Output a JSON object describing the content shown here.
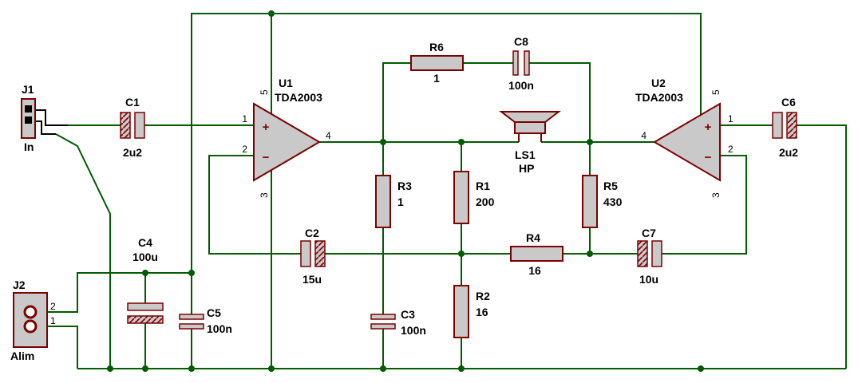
{
  "palette": {
    "wire": "#005c00",
    "outline": "#7d0000",
    "fill": "#c9c9c9",
    "text": "#000000",
    "background": "#ffffff"
  },
  "components": {
    "j1": {
      "type": "connector",
      "ref": "J1",
      "value": "In"
    },
    "j2": {
      "type": "connector",
      "ref": "J2",
      "value": "Alim",
      "pin1": "1",
      "pin2": "2"
    },
    "c1": {
      "type": "capacitor-polarized",
      "ref": "C1",
      "value": "2u2"
    },
    "c2": {
      "type": "capacitor-polarized",
      "ref": "C2",
      "value": "15u"
    },
    "c3": {
      "type": "capacitor",
      "ref": "C3",
      "value": "100n"
    },
    "c4": {
      "type": "capacitor-polarized",
      "ref": "C4",
      "value": "100u"
    },
    "c5": {
      "type": "capacitor",
      "ref": "C5",
      "value": "100n"
    },
    "c6": {
      "type": "capacitor-polarized",
      "ref": "C6",
      "value": "2u2"
    },
    "c7": {
      "type": "capacitor-polarized",
      "ref": "C7",
      "value": "10u"
    },
    "c8": {
      "type": "capacitor",
      "ref": "C8",
      "value": "100n"
    },
    "r1": {
      "type": "resistor",
      "ref": "R1",
      "value": "200"
    },
    "r2": {
      "type": "resistor",
      "ref": "R2",
      "value": "16"
    },
    "r3": {
      "type": "resistor",
      "ref": "R3",
      "value": "1"
    },
    "r4": {
      "type": "resistor",
      "ref": "R4",
      "value": "16"
    },
    "r5": {
      "type": "resistor",
      "ref": "R5",
      "value": "430"
    },
    "r6": {
      "type": "resistor",
      "ref": "R6",
      "value": "1"
    },
    "u1": {
      "type": "amplifier",
      "ref": "U1",
      "value": "TDA2003",
      "pin1": "1",
      "pin2": "2",
      "pin3": "3",
      "pin4": "4",
      "pin5": "5",
      "plus": "+",
      "minus": "−"
    },
    "u2": {
      "type": "amplifier",
      "ref": "U2",
      "value": "TDA2003",
      "pin1": "1",
      "pin2": "2",
      "pin3": "3",
      "pin4": "4",
      "pin5": "5",
      "plus": "+",
      "minus": "−"
    },
    "ls1": {
      "type": "speaker",
      "ref": "LS1",
      "value": "HP"
    }
  }
}
